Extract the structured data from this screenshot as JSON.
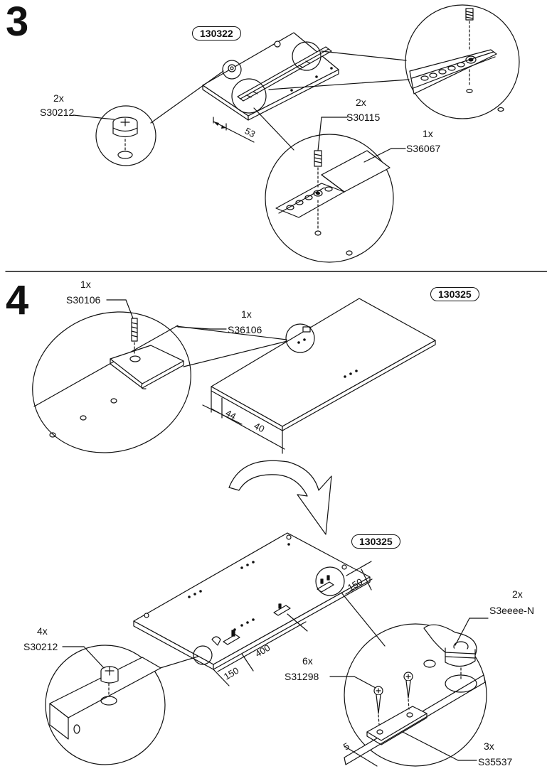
{
  "steps": [
    {
      "number": "3",
      "part_id": "130322",
      "dimension": "53",
      "callouts": [
        {
          "qty": "2x",
          "code": "S30212"
        },
        {
          "qty": "2x",
          "code": "S30115"
        },
        {
          "qty": "1x",
          "code": "S36067"
        }
      ]
    },
    {
      "number": "4",
      "part_id": "130325",
      "part_id_flipped": "130325",
      "dimensions": [
        "44",
        "40",
        "150",
        "150",
        "400",
        "5"
      ],
      "callouts": [
        {
          "qty": "1x",
          "code": "S30106"
        },
        {
          "qty": "1x",
          "code": "S36106"
        },
        {
          "qty": "4x",
          "code": "S30212"
        },
        {
          "qty": "6x",
          "code": "S31298"
        },
        {
          "qty": "2x",
          "code": "S3eeee-N"
        },
        {
          "qty": "3x",
          "code": "S35537"
        }
      ]
    }
  ]
}
